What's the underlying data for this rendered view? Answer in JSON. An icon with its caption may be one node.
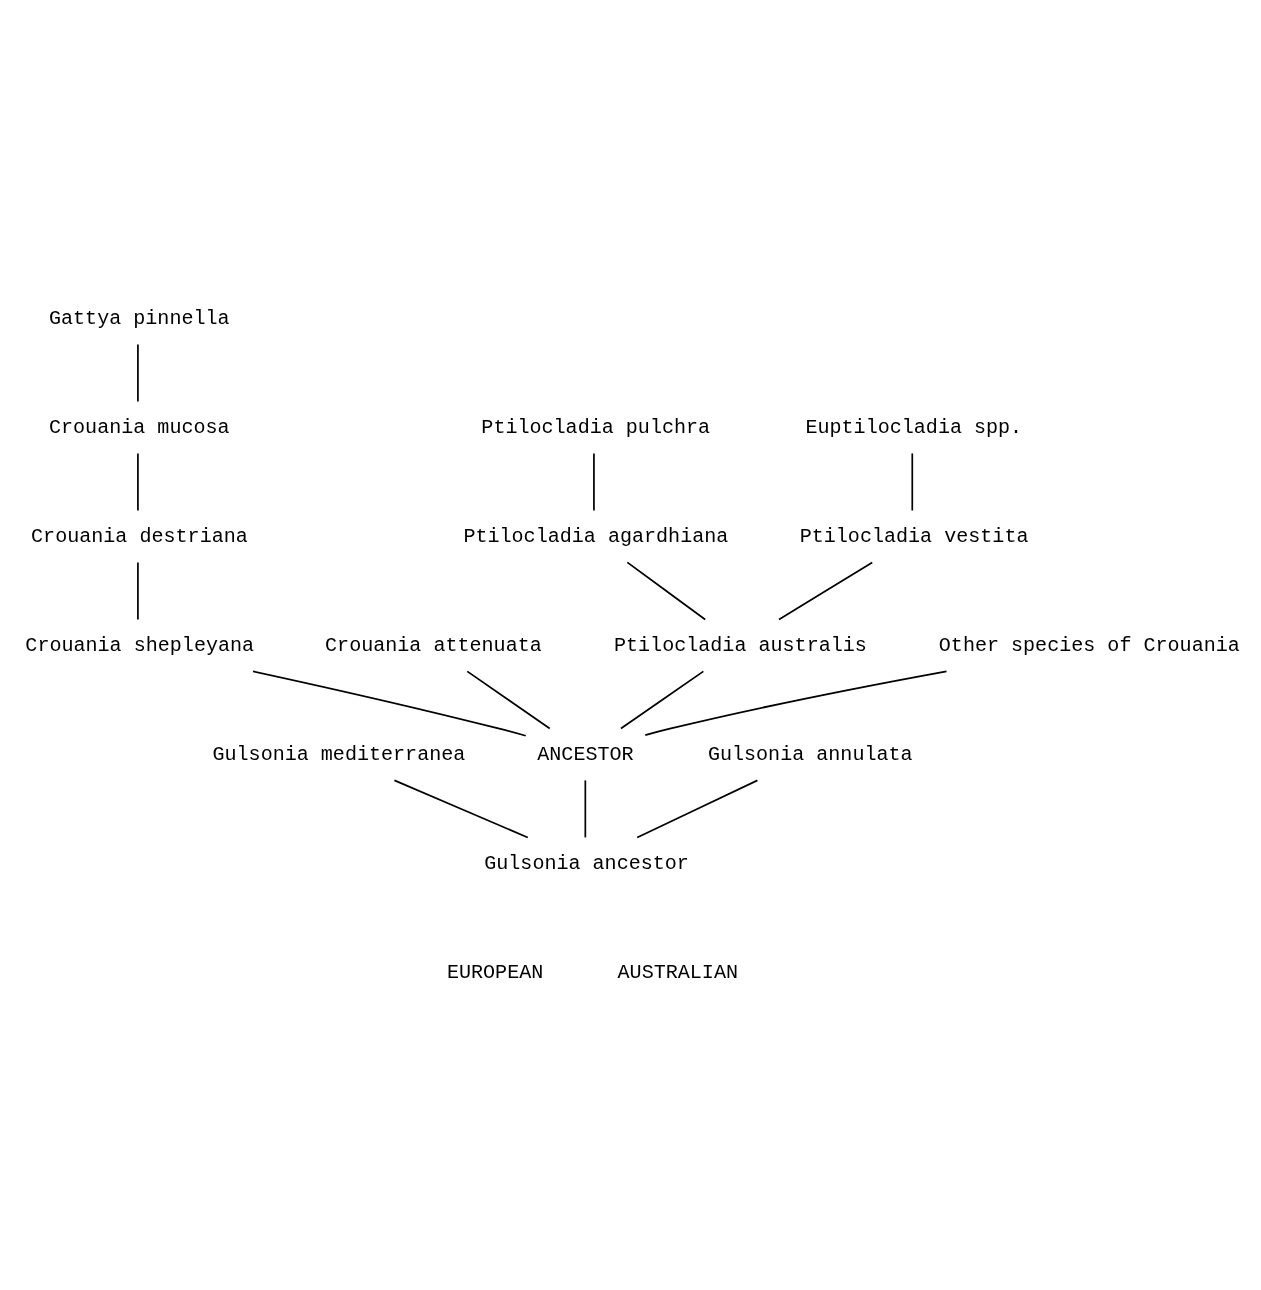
{
  "diagram": {
    "nodes": [
      {
        "text": [
          "Gattya pinnella"
        ]
      },
      {
        "text": [
          "Crouania mucosa"
        ]
      },
      {
        "text": [
          "Crouania destriana"
        ]
      },
      {
        "text": [
          "Crouania shepleyana"
        ]
      },
      {
        "text": [
          "Ptilocladia pulchra"
        ]
      },
      {
        "text": [
          "Ptilocladia agardhiana"
        ]
      },
      {
        "text": [
          "Euptilocladia spp."
        ]
      },
      {
        "text": [
          "Ptilocladia vestita"
        ]
      },
      {
        "text": [
          "Crouania attenuata"
        ]
      },
      {
        "text": [
          "Ptilocladia australis"
        ]
      },
      {
        "text": [
          "Other species of Crouania"
        ]
      },
      {
        "text": [
          "ANCESTOR"
        ]
      },
      {
        "text": [
          "Gulsonia mediterranea"
        ]
      },
      {
        "text": [
          "Gulsonia annulata"
        ]
      },
      {
        "text": [
          "Gulsonia ancestor"
        ]
      }
    ],
    "edges": [
      {
        "from": 14,
        "to": 12,
        "arrow": "none"
      },
      {
        "from": 14,
        "to": 11,
        "arrow": "none"
      },
      {
        "from": 14,
        "to": 13,
        "arrow": "none"
      },
      {
        "from": 11,
        "to": 8,
        "arrow": "none"
      },
      {
        "from": 11,
        "to": 10,
        "arrow": "none"
      },
      {
        "from": 11,
        "to": 3,
        "arrow": "none"
      },
      {
        "from": 11,
        "to": 9,
        "arrow": "none"
      },
      {
        "from": 3,
        "to": 2,
        "arrow": "none"
      },
      {
        "from": 2,
        "to": 1,
        "arrow": "none"
      },
      {
        "from": 1,
        "to": 0,
        "arrow": "none"
      },
      {
        "from": 9,
        "to": 5,
        "arrow": "none"
      },
      {
        "from": 5,
        "to": 4,
        "arrow": "none"
      },
      {
        "from": 9,
        "to": 7,
        "arrow": "none"
      },
      {
        "from": 7,
        "to": 6,
        "arrow": "none"
      }
    ],
    "labels": [
      "EUROPEAN",
      "AUSTRALIAN"
    ]
  }
}
